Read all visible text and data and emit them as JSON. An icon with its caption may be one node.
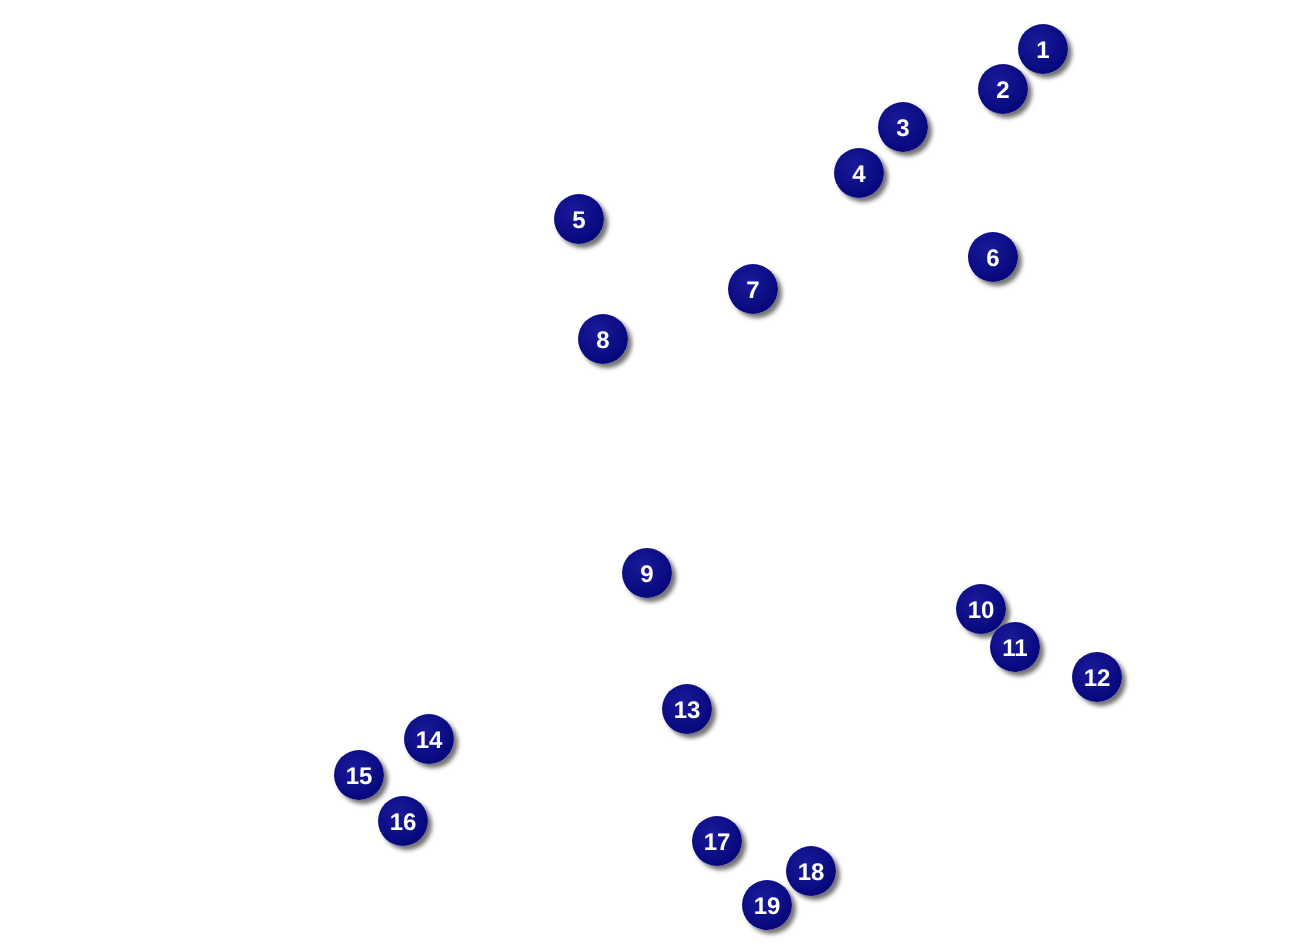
{
  "diagram": {
    "labels": [
      "1",
      "2",
      "3",
      "4",
      "5",
      "6",
      "7",
      "8",
      "9",
      "10",
      "11",
      "12",
      "13",
      "14",
      "15",
      "16",
      "17",
      "18",
      "19"
    ]
  }
}
